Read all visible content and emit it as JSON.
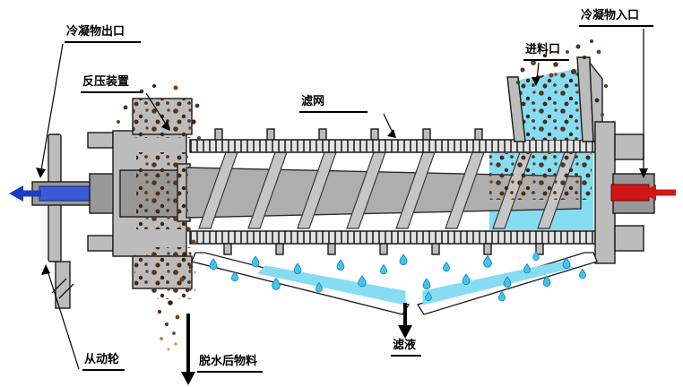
{
  "diagram": {
    "labels": {
      "condensate_outlet": "冷凝物出口",
      "back_pressure": "反压装置",
      "filter_screen": "滤网",
      "feed_inlet": "进料口",
      "condensate_inlet": "冷凝物入口",
      "driven_wheel": "从动轮",
      "dewatered_material": "脱水后物料",
      "filtrate": "滤液"
    },
    "colors": {
      "machine_gray": "#bcbcbc",
      "machine_dark": "#989898",
      "liquid_cyan": "#86dcf2",
      "drop_blue": "#45c2ea",
      "particle_brown": "#54351a",
      "particle_brown_dark": "#3a2310",
      "particle_brown_light": "#6b4423",
      "shaft_blue": "#3b5bd6",
      "arrow_blue": "#1b3ec0",
      "arrow_red": "#d01717",
      "outline": "#1a1a1a"
    }
  }
}
